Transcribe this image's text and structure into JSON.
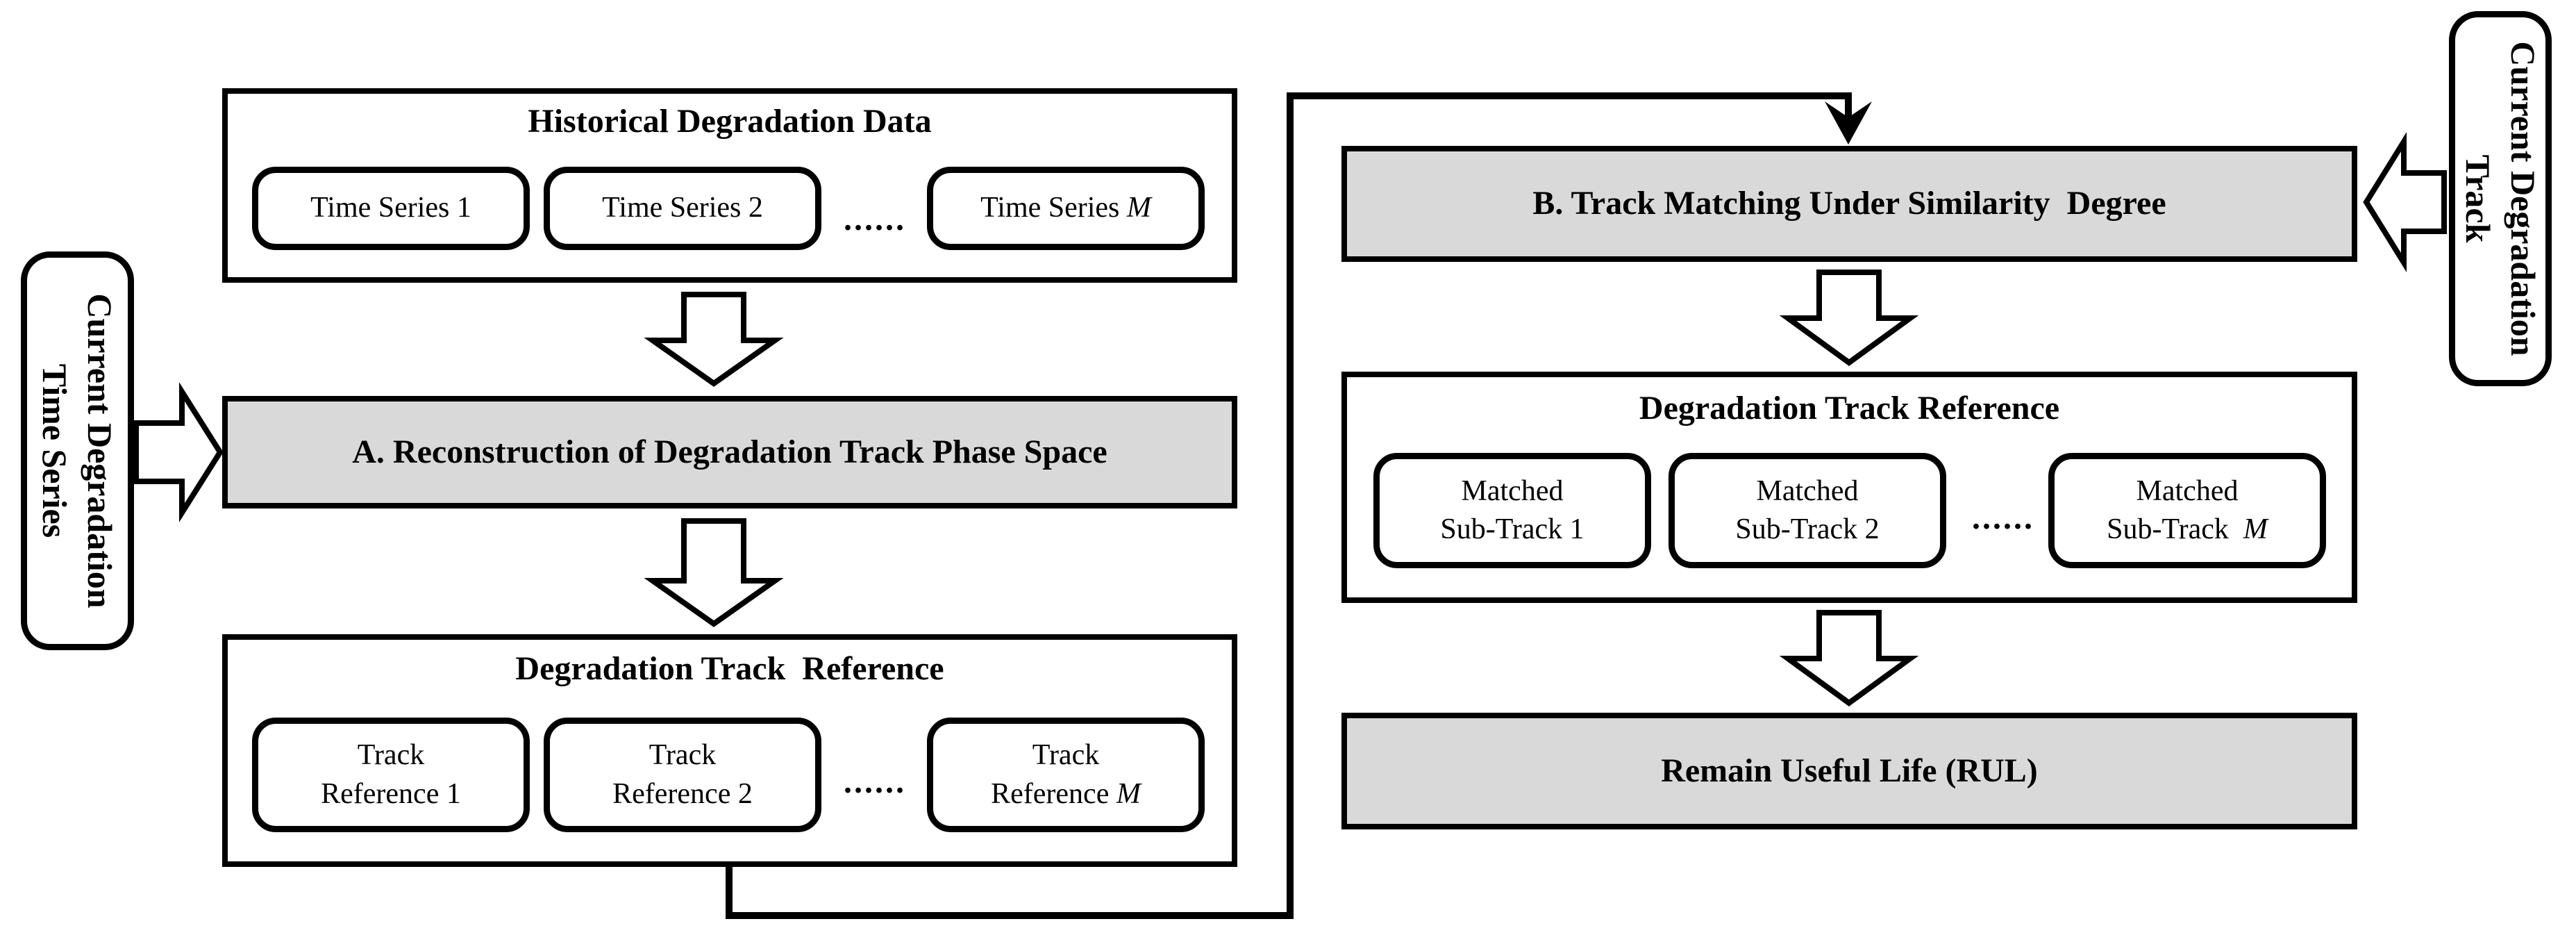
{
  "figure": {
    "type": "flowchart",
    "background": "#ffffff",
    "colors": {
      "line": "#000000",
      "process_fill": "#d9d9d9",
      "box_fill": "#ffffff"
    }
  },
  "historical": {
    "title": "Historical Degradation Data",
    "item1": "Time Series 1",
    "item2": "Time Series 2",
    "dots": "......",
    "item3_prefix": "Time Series ",
    "item3_var": "M"
  },
  "step_a": {
    "label": "A. Reconstruction of Degradation Track Phase Space"
  },
  "track_reference": {
    "title": "Degradation Track  Reference",
    "item1_line1": "Track",
    "item1_line2": "Reference 1",
    "item2_line1": "Track",
    "item2_line2": "Reference 2",
    "dots": "......",
    "item3_line1": "Track",
    "item3_line2_prefix": "Reference ",
    "item3_var": "M"
  },
  "step_b": {
    "label": "B. Track Matching Under Similarity  Degree"
  },
  "matched_reference": {
    "title": "Degradation Track Reference",
    "item1_line1": "Matched",
    "item1_line2": "Sub-Track 1",
    "item2_line1": "Matched",
    "item2_line2": "Sub-Track 2",
    "dots": "......",
    "item3_line1": "Matched",
    "item3_line2_prefix": "Sub-Track  ",
    "item3_var": "M"
  },
  "rul": {
    "label": "Remain Useful Life (RUL)"
  },
  "current_series_box": {
    "line1": "Current Degradation",
    "line2": "Time Series"
  },
  "current_track_box": {
    "line1": "Current Degradation",
    "line2": "Track"
  },
  "icons": {
    "block_arrows": [
      "down-block-arrow-historical-to-a",
      "down-block-arrow-a-to-reference",
      "down-block-arrow-b-to-reference",
      "down-block-arrow-reference-to-rul",
      "right-block-arrow-series-to-a",
      "left-block-arrow-track-to-b"
    ],
    "connector": "elbow-connector-arrow-reference-to-b"
  }
}
